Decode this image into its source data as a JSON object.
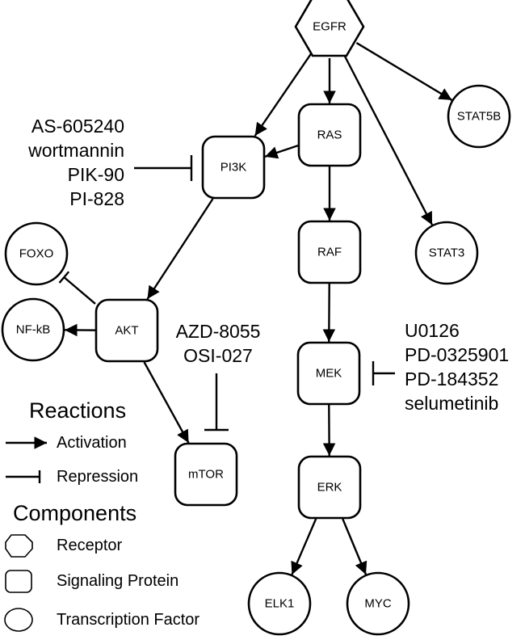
{
  "diagram": {
    "title": "EGFR signaling pathway",
    "nodes": [
      {
        "id": "EGFR",
        "label": "EGFR",
        "type": "receptor"
      },
      {
        "id": "RAS",
        "label": "RAS",
        "type": "signaling_protein"
      },
      {
        "id": "PI3K",
        "label": "PI3K",
        "type": "signaling_protein"
      },
      {
        "id": "RAF",
        "label": "RAF",
        "type": "signaling_protein"
      },
      {
        "id": "AKT",
        "label": "AKT",
        "type": "signaling_protein"
      },
      {
        "id": "MEK",
        "label": "MEK",
        "type": "signaling_protein"
      },
      {
        "id": "mTOR",
        "label": "mTOR",
        "type": "signaling_protein"
      },
      {
        "id": "ERK",
        "label": "ERK",
        "type": "signaling_protein"
      },
      {
        "id": "STAT5B",
        "label": "STAT5B",
        "type": "transcription_factor"
      },
      {
        "id": "STAT3",
        "label": "STAT3",
        "type": "transcription_factor"
      },
      {
        "id": "FOXO",
        "label": "FOXO",
        "type": "transcription_factor"
      },
      {
        "id": "NFkB",
        "label": "NF-kB",
        "type": "transcription_factor"
      },
      {
        "id": "ELK1",
        "label": "ELK1",
        "type": "transcription_factor"
      },
      {
        "id": "MYC",
        "label": "MYC",
        "type": "transcription_factor"
      }
    ],
    "edges": [
      {
        "from": "EGFR",
        "to": "RAS",
        "type": "activation"
      },
      {
        "from": "EGFR",
        "to": "PI3K",
        "type": "activation"
      },
      {
        "from": "EGFR",
        "to": "STAT5B",
        "type": "activation"
      },
      {
        "from": "EGFR",
        "to": "STAT3",
        "type": "activation"
      },
      {
        "from": "RAS",
        "to": "PI3K",
        "type": "activation"
      },
      {
        "from": "RAS",
        "to": "RAF",
        "type": "activation"
      },
      {
        "from": "RAF",
        "to": "MEK",
        "type": "activation"
      },
      {
        "from": "MEK",
        "to": "ERK",
        "type": "activation"
      },
      {
        "from": "ERK",
        "to": "ELK1",
        "type": "activation"
      },
      {
        "from": "ERK",
        "to": "MYC",
        "type": "activation"
      },
      {
        "from": "PI3K",
        "to": "AKT",
        "type": "activation"
      },
      {
        "from": "AKT",
        "to": "NFkB",
        "type": "activation"
      },
      {
        "from": "AKT",
        "to": "FOXO",
        "type": "repression"
      },
      {
        "from": "AKT",
        "to": "mTOR",
        "type": "activation"
      }
    ],
    "inhibitor_groups": [
      {
        "target": "PI3K",
        "drugs": [
          "AS-605240",
          "wortmannin",
          "PIK-90",
          "PI-828"
        ]
      },
      {
        "target": "mTOR",
        "drugs": [
          "AZD-8055",
          "OSI-027"
        ]
      },
      {
        "target": "MEK",
        "drugs": [
          "U0126",
          "PD-0325901",
          "PD-184352",
          "selumetinib"
        ]
      }
    ]
  },
  "legend": {
    "reactions_title": "Reactions",
    "reactions": [
      {
        "label": "Activation",
        "icon": "arrow-icon"
      },
      {
        "label": "Repression",
        "icon": "bar-arrow-icon"
      }
    ],
    "components_title": "Components",
    "components": [
      {
        "label": "Receptor",
        "icon": "octagon-icon"
      },
      {
        "label": "Signaling Protein",
        "icon": "rounded-square-icon"
      },
      {
        "label": "Transcription Factor",
        "icon": "ellipse-icon"
      }
    ]
  }
}
